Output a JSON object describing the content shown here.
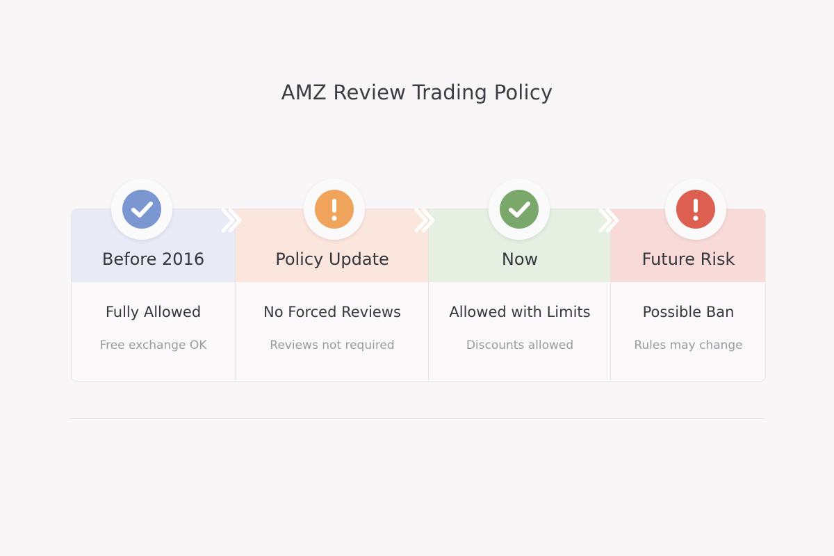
{
  "title": "AMZ Review Trading Policy",
  "stages": [
    {
      "header": "Before 2016",
      "status_title": "Fully Allowed",
      "note": "Free exchange OK",
      "icon": "check-icon",
      "color": "#7b97d2",
      "header_color": "#e8ebf6"
    },
    {
      "header": "Policy Update",
      "status_title": "No Forced Reviews",
      "note": "Reviews not required",
      "icon": "exclamation-icon",
      "color": "#f0a35a",
      "header_color": "#fbe6dd"
    },
    {
      "header": "Now",
      "status_title": "Allowed with Limits",
      "note": "Discounts allowed",
      "icon": "check-icon",
      "color": "#7aa86a",
      "header_color": "#e5f0e2"
    },
    {
      "header": "Future Risk",
      "status_title": "Possible Ban",
      "note": "Rules may change",
      "icon": "exclamation-icon",
      "color": "#dc5f52",
      "header_color": "#f8dbd8"
    }
  ]
}
